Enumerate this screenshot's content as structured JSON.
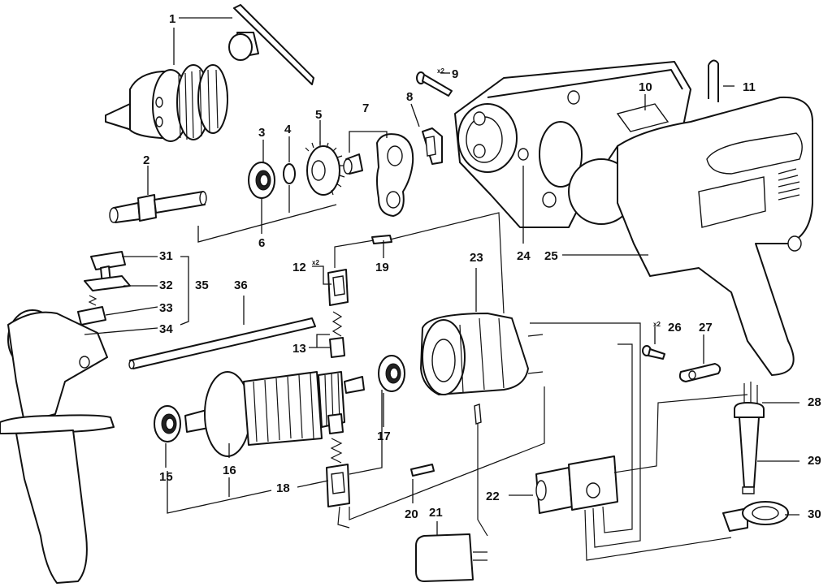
{
  "diagram": {
    "callouts": [
      {
        "id": "1",
        "label": "1"
      },
      {
        "id": "2",
        "label": "2"
      },
      {
        "id": "3",
        "label": "3"
      },
      {
        "id": "4",
        "label": "4"
      },
      {
        "id": "5",
        "label": "5"
      },
      {
        "id": "6",
        "label": "6"
      },
      {
        "id": "7",
        "label": "7"
      },
      {
        "id": "8",
        "label": "8"
      },
      {
        "id": "9",
        "label": "9",
        "multiplier": "x2"
      },
      {
        "id": "10",
        "label": "10"
      },
      {
        "id": "11",
        "label": "11"
      },
      {
        "id": "12",
        "label": "12",
        "multiplier": "x2"
      },
      {
        "id": "13",
        "label": "13"
      },
      {
        "id": "15",
        "label": "15"
      },
      {
        "id": "16",
        "label": "16"
      },
      {
        "id": "17",
        "label": "17"
      },
      {
        "id": "18",
        "label": "18"
      },
      {
        "id": "19",
        "label": "19"
      },
      {
        "id": "20",
        "label": "20"
      },
      {
        "id": "21",
        "label": "21"
      },
      {
        "id": "22",
        "label": "22"
      },
      {
        "id": "23",
        "label": "23"
      },
      {
        "id": "24",
        "label": "24"
      },
      {
        "id": "25",
        "label": "25"
      },
      {
        "id": "26",
        "label": "26",
        "multiplier": "x2"
      },
      {
        "id": "27",
        "label": "27"
      },
      {
        "id": "28",
        "label": "28"
      },
      {
        "id": "29",
        "label": "29"
      },
      {
        "id": "30",
        "label": "30"
      },
      {
        "id": "31",
        "label": "31"
      },
      {
        "id": "32",
        "label": "32"
      },
      {
        "id": "33",
        "label": "33"
      },
      {
        "id": "34",
        "label": "34"
      },
      {
        "id": "35",
        "label": "35"
      },
      {
        "id": "36",
        "label": "36"
      }
    ]
  }
}
